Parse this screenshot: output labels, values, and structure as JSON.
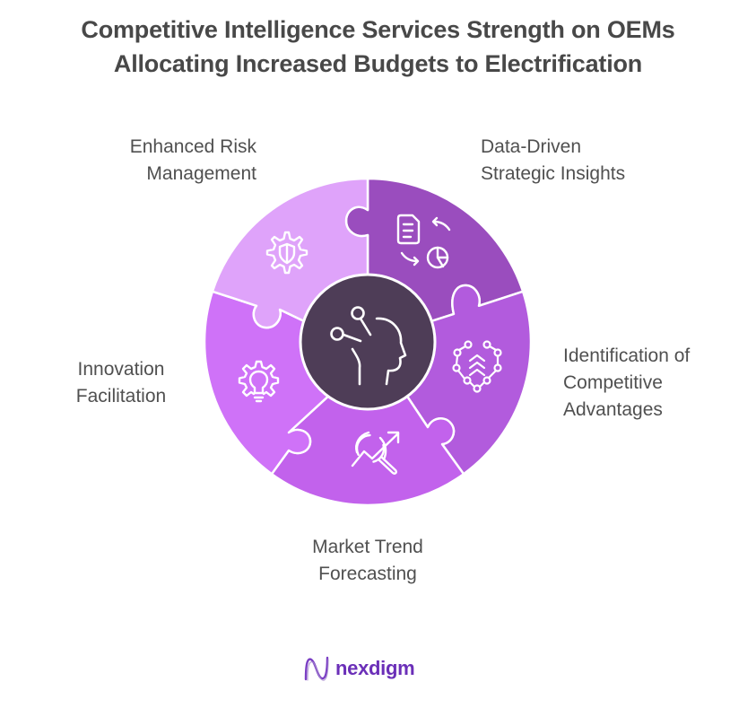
{
  "title": {
    "line1": "Competitive Intelligence Services Strength on OEMs",
    "line2": "Allocating Increased Budgets to Electrification"
  },
  "center": {
    "icon": "head-with-nodes-icon",
    "color": "#4E3D57"
  },
  "segments": [
    {
      "id": "data-driven-strategic-insights",
      "label_line1": "Data-Driven",
      "label_line2": "Strategic Insights",
      "icon": "document-pie-chart-cycle-icon",
      "color": "#9A4DBE"
    },
    {
      "id": "identification-of-competitive-advantages",
      "label_line1": "Identification of",
      "label_line2": "Competitive",
      "label_line3": "Advantages",
      "icon": "network-chevrons-up-icon",
      "color": "#B25BDD"
    },
    {
      "id": "market-trend-forecasting",
      "label_line1": "Market Trend",
      "label_line2": "Forecasting",
      "icon": "trend-magnifier-icon",
      "color": "#C262EC"
    },
    {
      "id": "innovation-facilitation",
      "label_line1": "Innovation",
      "label_line2": "Facilitation",
      "icon": "gear-lightbulb-icon",
      "color": "#CF72F8"
    },
    {
      "id": "enhanced-risk-management",
      "label_line1": "Enhanced Risk",
      "label_line2": "Management",
      "icon": "gear-shield-icon",
      "color": "#DFA3FA"
    }
  ],
  "logo": {
    "text": "nexdigm",
    "icon": "wave-n-logo-icon",
    "color": "#6B2FB8"
  }
}
